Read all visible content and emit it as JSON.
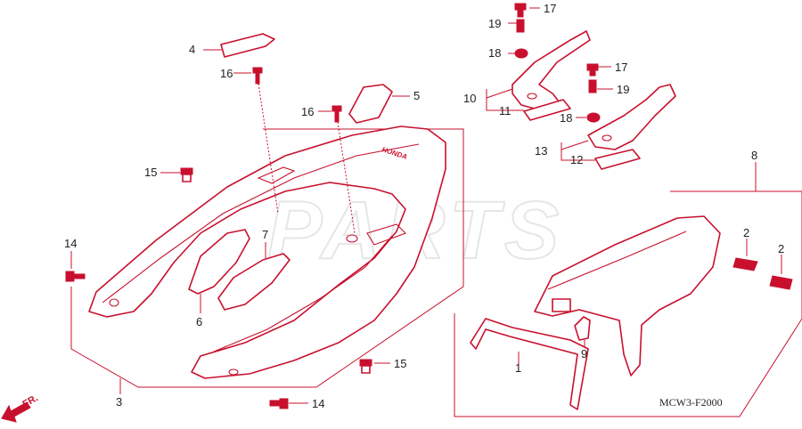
{
  "diagram": {
    "watermark": "PARTS",
    "drawing_code": "MCW3-F2000",
    "direction_label": "FR.",
    "brand_lettering": "HONDA",
    "accent_color": "#c8102e",
    "callouts": [
      {
        "id": "c1",
        "label": "1"
      },
      {
        "id": "c2a",
        "label": "2"
      },
      {
        "id": "c2b",
        "label": "2"
      },
      {
        "id": "c3",
        "label": "3"
      },
      {
        "id": "c4",
        "label": "4"
      },
      {
        "id": "c5",
        "label": "5"
      },
      {
        "id": "c6",
        "label": "6"
      },
      {
        "id": "c7",
        "label": "7"
      },
      {
        "id": "c8",
        "label": "8"
      },
      {
        "id": "c9",
        "label": "9"
      },
      {
        "id": "c10",
        "label": "10"
      },
      {
        "id": "c11",
        "label": "11"
      },
      {
        "id": "c12",
        "label": "12"
      },
      {
        "id": "c13",
        "label": "13"
      },
      {
        "id": "c14a",
        "label": "14"
      },
      {
        "id": "c14b",
        "label": "14"
      },
      {
        "id": "c15a",
        "label": "15"
      },
      {
        "id": "c15b",
        "label": "15"
      },
      {
        "id": "c16a",
        "label": "16"
      },
      {
        "id": "c16b",
        "label": "16"
      },
      {
        "id": "c17a",
        "label": "17"
      },
      {
        "id": "c17b",
        "label": "17"
      },
      {
        "id": "c18a",
        "label": "18"
      },
      {
        "id": "c18b",
        "label": "18"
      },
      {
        "id": "c19a",
        "label": "19"
      },
      {
        "id": "c19b",
        "label": "19"
      }
    ]
  }
}
